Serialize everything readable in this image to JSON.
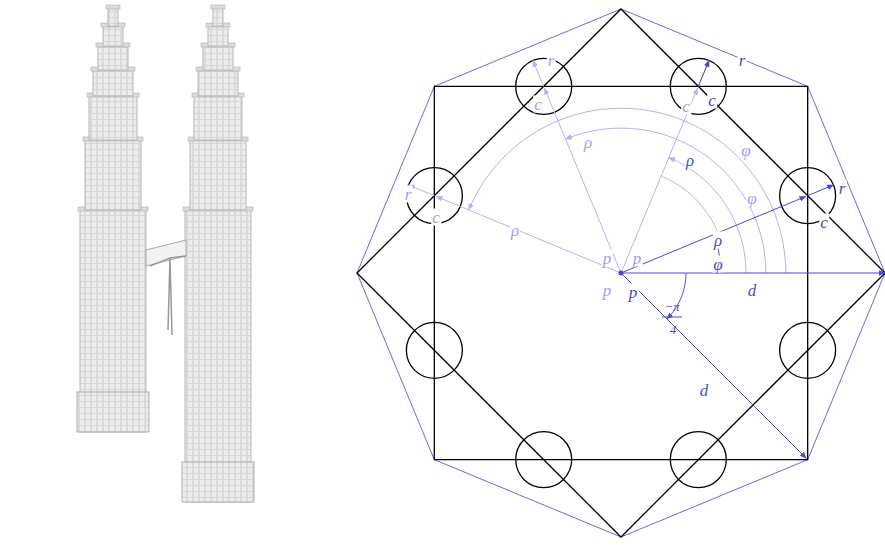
{
  "diagram": {
    "labels": [
      "r",
      "c",
      "r",
      "c",
      "r",
      "c",
      "r",
      "c",
      "ρ",
      "ρ",
      "ρ",
      "ρ",
      "c",
      "φ",
      "φ",
      "φ",
      "p",
      "p",
      "p",
      "p",
      "d",
      "d",
      "−π",
      "4"
    ]
  }
}
